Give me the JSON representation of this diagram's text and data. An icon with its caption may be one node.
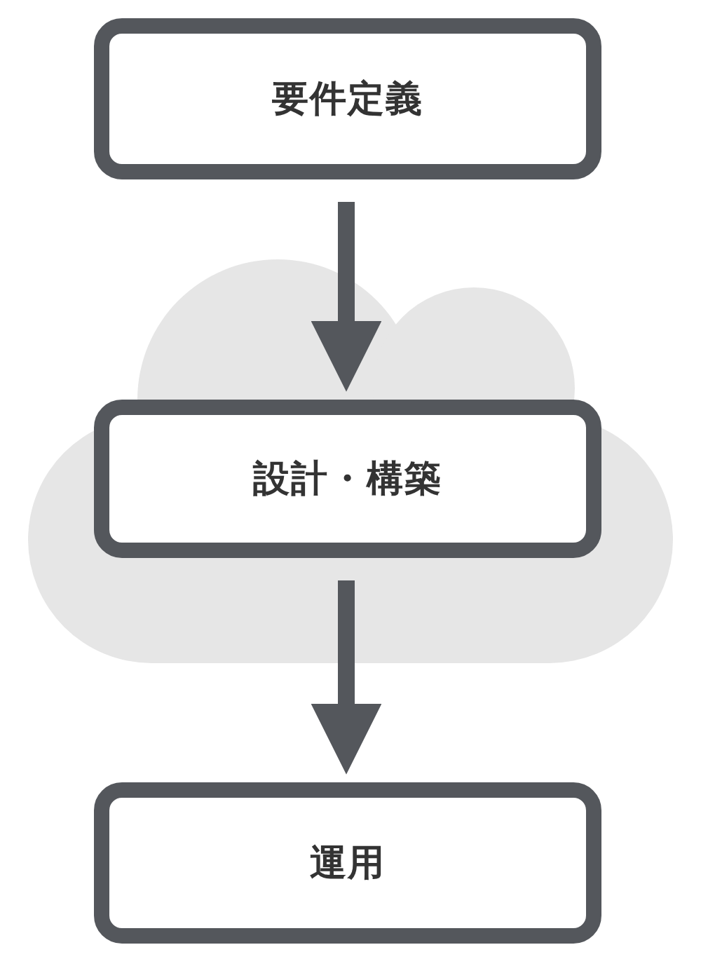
{
  "diagram": {
    "nodes": [
      {
        "text": [
          "要件定義"
        ]
      },
      {
        "text": [],
        "shape": "cloud"
      },
      {
        "text": [
          "設計・構築"
        ],
        "in": 1
      },
      {
        "text": [
          "運用"
        ]
      }
    ],
    "edges": [
      {
        "from": 0,
        "to": 2,
        "arrow": "to"
      },
      {
        "from": 2,
        "to": 3,
        "arrow": "to"
      }
    ]
  }
}
